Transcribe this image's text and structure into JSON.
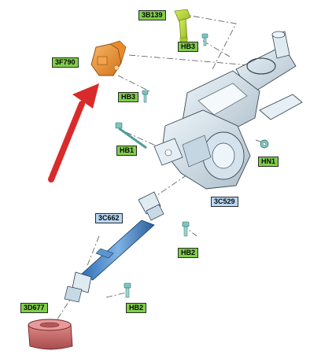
{
  "labels": {
    "l3b139": "3B139",
    "l3f790": "3F790",
    "lhb3a": "HB3",
    "lhb3b": "HB3",
    "lhb1": "HB1",
    "lhn1": "HN1",
    "l3c529": "3C529",
    "l3c662": "3C662",
    "lhb2a": "HB2",
    "lhb2b": "HB2",
    "l3d677": "3D677"
  },
  "colors": {
    "highlight_part": "#f0952e",
    "arrow": "#d92b2b",
    "label_green": "#7fcf4a",
    "label_blue": "#b8d7f3",
    "part_gray": "#c9dbe6"
  }
}
